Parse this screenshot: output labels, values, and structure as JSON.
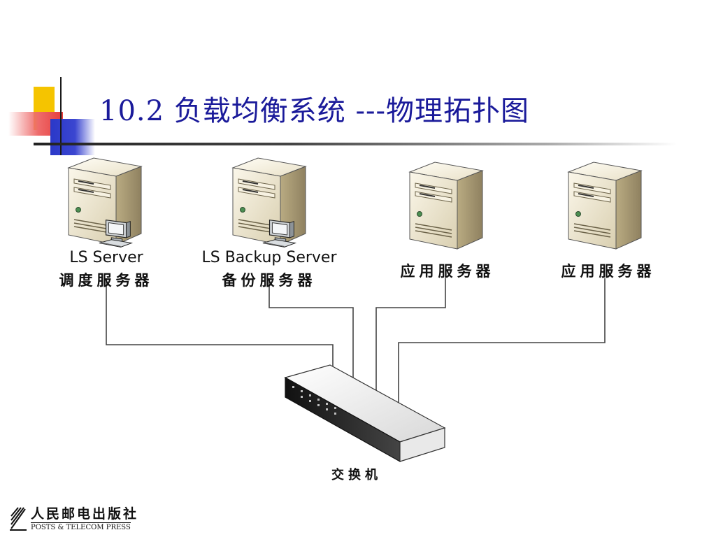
{
  "title": "10.2  负载均衡系统 ---物理拓扑图",
  "servers": [
    {
      "label_en": "LS Server",
      "label_zh": "调度服务器",
      "has_monitor": true
    },
    {
      "label_en": "LS Backup Server",
      "label_zh": "备份服务器",
      "has_monitor": true
    },
    {
      "label_en": "",
      "label_zh": "应用服务器",
      "has_monitor": false
    },
    {
      "label_en": "",
      "label_zh": "应用服务器",
      "has_monitor": false
    }
  ],
  "switch_label": "交换机",
  "footer": {
    "publisher_zh": "人民邮电出版社",
    "publisher_en": "POSTS & TELECOM PRESS"
  },
  "colors": {
    "title": "#1a1a9a",
    "server_body": "#e8dfc6",
    "server_side": "#a89a72",
    "switch_top": "#f2f2f2",
    "switch_front": "#1c1c1c"
  }
}
